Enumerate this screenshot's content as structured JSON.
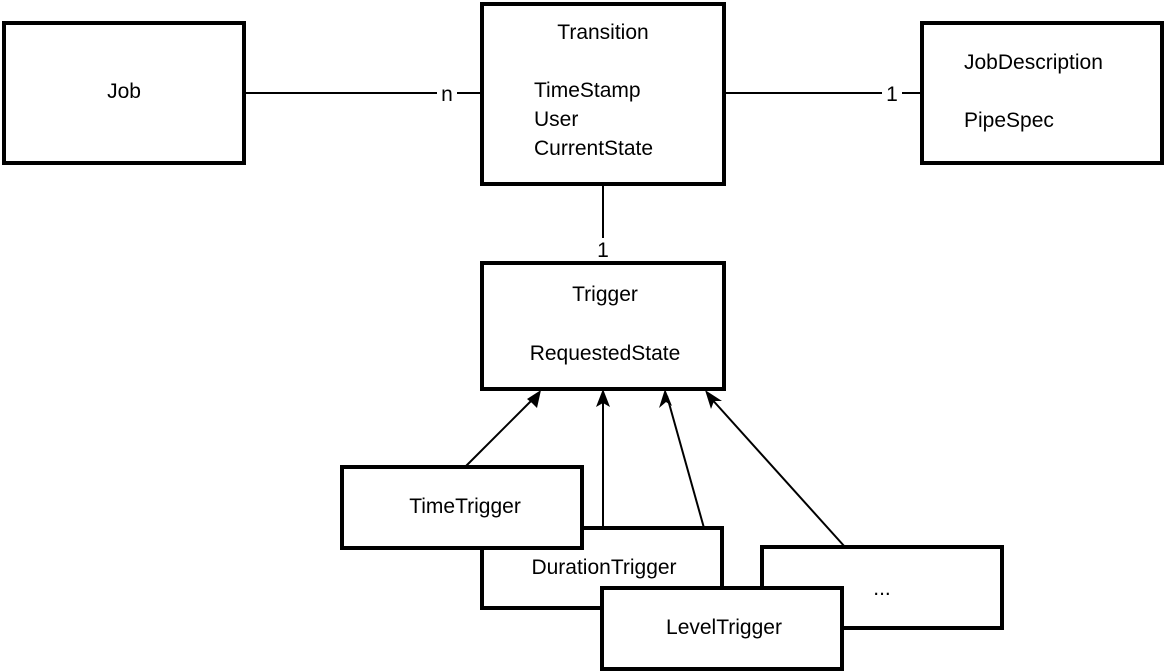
{
  "nodes": {
    "job": {
      "label": "Job"
    },
    "transition": {
      "title": "Transition",
      "attributes": [
        "TimeStamp",
        "User",
        "CurrentState"
      ]
    },
    "job_description": {
      "attributes": [
        "JobDescription",
        "PipeSpec"
      ]
    },
    "trigger": {
      "title": "Trigger",
      "attributes": [
        "RequestedState"
      ]
    },
    "time_trigger": {
      "label": "TimeTrigger"
    },
    "duration_trigger": {
      "label": "DurationTrigger"
    },
    "level_trigger": {
      "label": "LevelTrigger"
    },
    "more_triggers": {
      "label": "..."
    }
  },
  "edges": {
    "job_transition": {
      "multiplicity": "n"
    },
    "transition_job_description": {
      "multiplicity": "1"
    },
    "transition_trigger": {
      "multiplicity": "1"
    }
  }
}
